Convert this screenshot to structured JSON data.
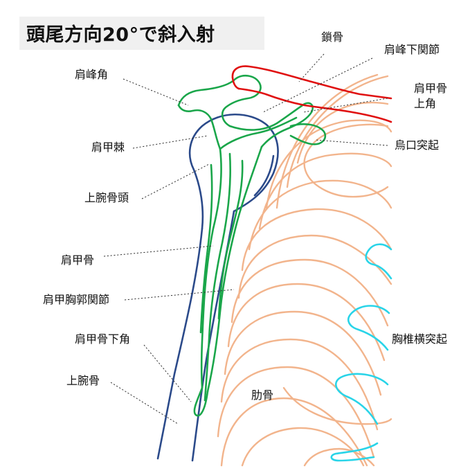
{
  "title": "頭尾方向20°で斜入射",
  "labels": {
    "clavicle": "鎖骨",
    "acromioclavicular_joint": "肩峰下関節",
    "superior_angle_line1": "肩甲骨",
    "superior_angle_line2": "上角",
    "coracoid": "烏口突起",
    "acromion": "肩峰角",
    "spine": "肩甲棘",
    "humeral_head": "上腕骨頭",
    "scapula": "肩甲骨",
    "scapulothoracic": "肩甲胸郭関節",
    "inferior_angle": "肩甲骨下角",
    "humerus": "上腕骨",
    "ribs": "肋骨",
    "transverse_process": "胸椎横突起"
  },
  "colors": {
    "clavicle": "#e01010",
    "scapula": "#1aa64a",
    "humerus": "#2b4a8a",
    "ribs": "#f2b48c",
    "transverse_process": "#29d4e8",
    "leader": "#333333",
    "title_bg": "#f0f0f0"
  }
}
